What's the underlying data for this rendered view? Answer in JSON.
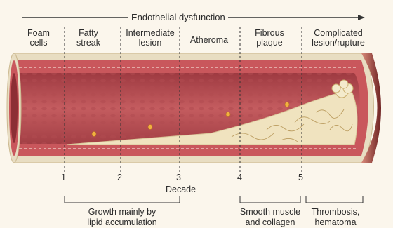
{
  "title": "Endothelial dysfunction",
  "stages": [
    {
      "label": "Foam\ncells"
    },
    {
      "label": "Fatty\nstreak"
    },
    {
      "label": "Intermediate\nlesion"
    },
    {
      "label": "Atheroma"
    },
    {
      "label": "Fibrous\nplaque"
    },
    {
      "label": "Complicated\nlesion/rupture"
    }
  ],
  "decades": [
    "1",
    "2",
    "3",
    "4",
    "5"
  ],
  "decade_label": "Decade",
  "groups": [
    {
      "label": "Growth mainly by\nlipid accumulation"
    },
    {
      "label": "Smooth muscle\nand collagen"
    },
    {
      "label": "Thrombosis,\nhematoma"
    }
  ],
  "colors": {
    "outer_wall": "#e8ddc2",
    "vessel_red": "#c9575c",
    "lumen": "#b5444b",
    "plaque": "#f0e3bf",
    "cap_dark": "#7a2a2a"
  }
}
